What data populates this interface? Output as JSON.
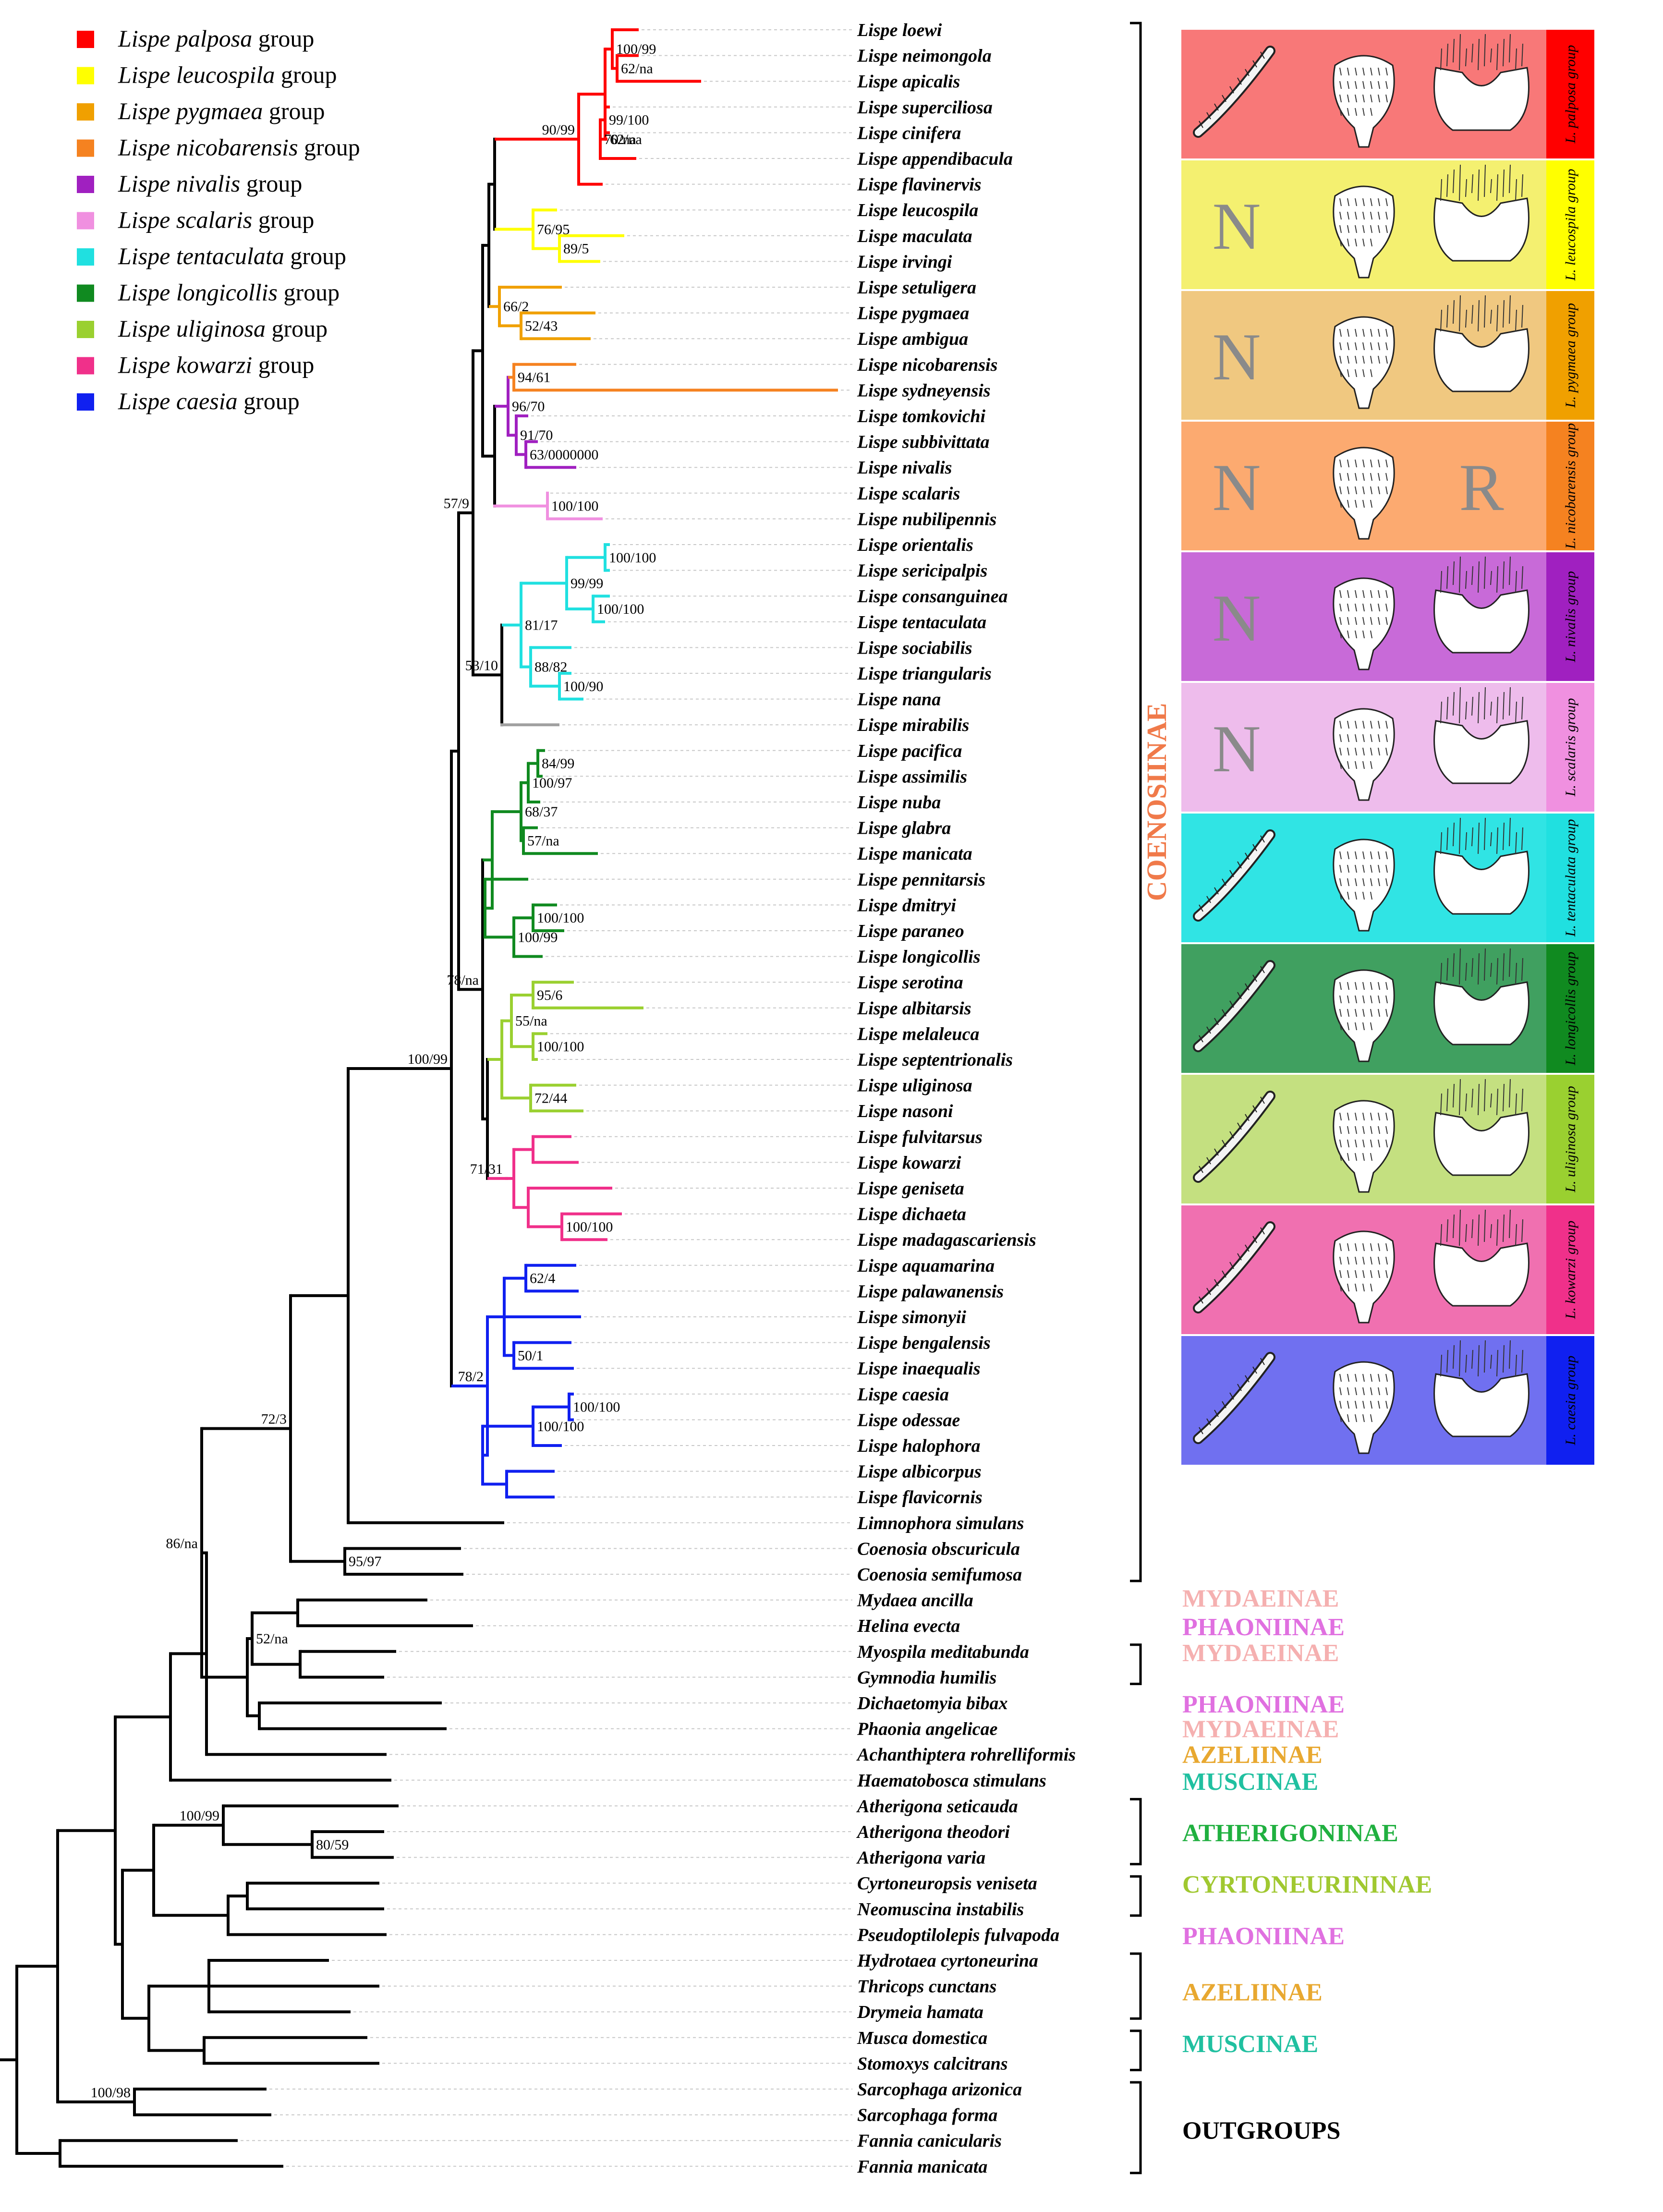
{
  "legend": [
    {
      "italic": "Lispe palposa",
      "suffix": " group",
      "color": "#ff0000"
    },
    {
      "italic": "Lispe leucospila",
      "suffix": " group",
      "color": "#ffff00"
    },
    {
      "italic": "Lispe pygmaea",
      "suffix": " group",
      "color": "#f0a000"
    },
    {
      "italic": "Lispe nicobarensis",
      "suffix": " group",
      "color": "#f58220"
    },
    {
      "italic": "Lispe nivalis",
      "suffix": " group",
      "color": "#a020c0"
    },
    {
      "italic": "Lispe scalaris",
      "suffix": " group",
      "color": "#f090e0"
    },
    {
      "italic": "Lispe tentaculata",
      "suffix": " group",
      "color": "#20e0e0"
    },
    {
      "italic": "Lispe longicollis",
      "suffix": " group",
      "color": "#108a20"
    },
    {
      "italic": "Lispe uliginosa",
      "suffix": " group",
      "color": "#9ad030"
    },
    {
      "italic": "Lispe kowarzi",
      "suffix": " group",
      "color": "#f0308a"
    },
    {
      "italic": "Lispe caesia",
      "suffix": " group",
      "color": "#1020f0"
    }
  ],
  "taxa": [
    "Lispe loewi",
    "Lispe neimongola",
    "Lispe apicalis",
    "Lispe superciliosa",
    "Lispe cinifera",
    "Lispe appendibacula",
    "Lispe flavinervis",
    "Lispe leucospila",
    "Lispe maculata",
    "Lispe irvingi",
    "Lispe setuligera",
    "Lispe pygmaea",
    "Lispe ambigua",
    "Lispe nicobarensis",
    "Lispe sydneyensis",
    "Lispe tomkovichi",
    "Lispe subbivittata",
    "Lispe nivalis",
    "Lispe scalaris",
    "Lispe nubilipennis",
    "Lispe orientalis",
    "Lispe sericipalpis",
    "Lispe consanguinea",
    "Lispe tentaculata",
    "Lispe sociabilis",
    "Lispe triangularis",
    "Lispe nana",
    "Lispe mirabilis",
    "Lispe pacifica",
    "Lispe assimilis",
    "Lispe nuba",
    "Lispe glabra",
    "Lispe manicata",
    "Lispe pennitarsis",
    "Lispe dmitryi",
    "Lispe paraneo",
    "Lispe longicollis",
    "Lispe serotina",
    "Lispe albitarsis",
    "Lispe melaleuca",
    "Lispe septentrionalis",
    "Lispe uliginosa",
    "Lispe nasoni",
    "Lispe fulvitarsus",
    "Lispe kowarzi",
    "Lispe geniseta",
    "Lispe dichaeta",
    "Lispe madagascariensis",
    "Lispe aquamarina",
    "Lispe palawanensis",
    "Lispe simonyii",
    "Lispe bengalensis",
    "Lispe inaequalis",
    "Lispe caesia",
    "Lispe odessae",
    "Lispe halophora",
    "Lispe albicorpus",
    "Lispe flavicornis",
    "Limnophora simulans",
    "Coenosia obscuricula",
    "Coenosia semifumosa",
    "Mydaea ancilla",
    "Helina evecta",
    "Myospila meditabunda",
    "Gymnodia humilis",
    "Dichaetomyia bibax",
    "Phaonia angelicae",
    "Achanthiptera rohrelliformis",
    "Haematobosca stimulans",
    "Atherigona seticauda",
    "Atherigona theodori",
    "Atherigona varia",
    "Cyrtoneuropsis veniseta",
    "Neomuscina instabilis",
    "Pseudoptilolepis fulvapoda",
    "Hydrotaea cyrtoneurina",
    "Thricops cunctans",
    "Drymeia hamata",
    "Musca domestica",
    "Stomoxys calcitrans",
    "Sarcophaga arizonica",
    "Sarcophaga forma",
    "Fannia canicularis",
    "Fannia manicata"
  ],
  "supports": [
    "100/99",
    "62/na",
    "62/na",
    "99/100",
    "70/na",
    "90/99",
    "89/5",
    "76/95",
    "66/2",
    "52/43",
    "94/61",
    "96/70",
    "91/70",
    "63/0000000",
    "100/100",
    "57/9",
    "100/100",
    "99/99",
    "100/100",
    "81/17",
    "88/82",
    "100/90",
    "53/10",
    "84/99",
    "100/97",
    "68/37",
    "57/na",
    "100/100",
    "100/99",
    "95/6",
    "100/100",
    "55/na",
    "72/44",
    "78/na",
    "71/31",
    "100/100",
    "62/4",
    "50/1",
    "100/100",
    "100/100",
    "78/2",
    "100/99",
    "72/3",
    "95/97",
    "86/na",
    "52/na",
    "100/99",
    "80/59",
    "100/98"
  ],
  "subfamily_labels": [
    {
      "text": "COENOSIINAE",
      "color": "#f07a4a"
    },
    {
      "text": "MYDAEINAE",
      "color": "#f5b0b0"
    },
    {
      "text": "PHAONIINAE",
      "color": "#e070e0"
    },
    {
      "text": "MYDAEINAE",
      "color": "#f5b0b0"
    },
    {
      "text": "PHAONIINAE",
      "color": "#e070e0"
    },
    {
      "text": "MYDAEINAE",
      "color": "#f5b0b0"
    },
    {
      "text": "AZELIINAE",
      "color": "#e8a830"
    },
    {
      "text": "MUSCINAE",
      "color": "#20c0a0"
    },
    {
      "text": "ATHERIGONINAE",
      "color": "#20b040"
    },
    {
      "text": "CYRTONEURININAE",
      "color": "#a0c830"
    },
    {
      "text": "PHAONIINAE",
      "color": "#e070e0"
    },
    {
      "text": "AZELIINAE",
      "color": "#e8a830"
    },
    {
      "text": "MUSCINAE",
      "color": "#20c0a0"
    },
    {
      "text": "OUTGROUPS",
      "color": "#000000"
    }
  ],
  "panels": [
    {
      "label": "L. palposa group",
      "bg": "#f87878",
      "tab": "#ff0000",
      "letter_left": "",
      "letter_right": ""
    },
    {
      "label": "L. leucospila group",
      "bg": "#f4f070",
      "tab": "#ffff00",
      "letter_left": "N",
      "letter_right": ""
    },
    {
      "label": "L. pygmaea group",
      "bg": "#f0c880",
      "tab": "#f0a000",
      "letter_left": "N",
      "letter_right": ""
    },
    {
      "label": "L. nicobarensis group",
      "bg": "#fcaa70",
      "tab": "#f58220",
      "letter_left": "N",
      "letter_right": "R"
    },
    {
      "label": "L. nivalis group",
      "bg": "#c86ad8",
      "tab": "#a020c0",
      "letter_left": "N",
      "letter_right": ""
    },
    {
      "label": "L. scalaris group",
      "bg": "#eebcec",
      "tab": "#f090e0",
      "letter_left": "N",
      "letter_right": ""
    },
    {
      "label": "L. tentaculata group",
      "bg": "#30e4e4",
      "tab": "#20e0e0",
      "letter_left": "",
      "letter_right": ""
    },
    {
      "label": "L. longicollis group",
      "bg": "#40a060",
      "tab": "#108a20",
      "letter_left": "",
      "letter_right": ""
    },
    {
      "label": "L. uliginosa group",
      "bg": "#c4e080",
      "tab": "#9ad030",
      "letter_left": "",
      "letter_right": ""
    },
    {
      "label": "L. kowarzi group",
      "bg": "#f070b0",
      "tab": "#f0308a",
      "letter_left": "",
      "letter_right": ""
    },
    {
      "label": "L. caesia group",
      "bg": "#7070f0",
      "tab": "#1020f0",
      "letter_left": "",
      "letter_right": ""
    }
  ]
}
